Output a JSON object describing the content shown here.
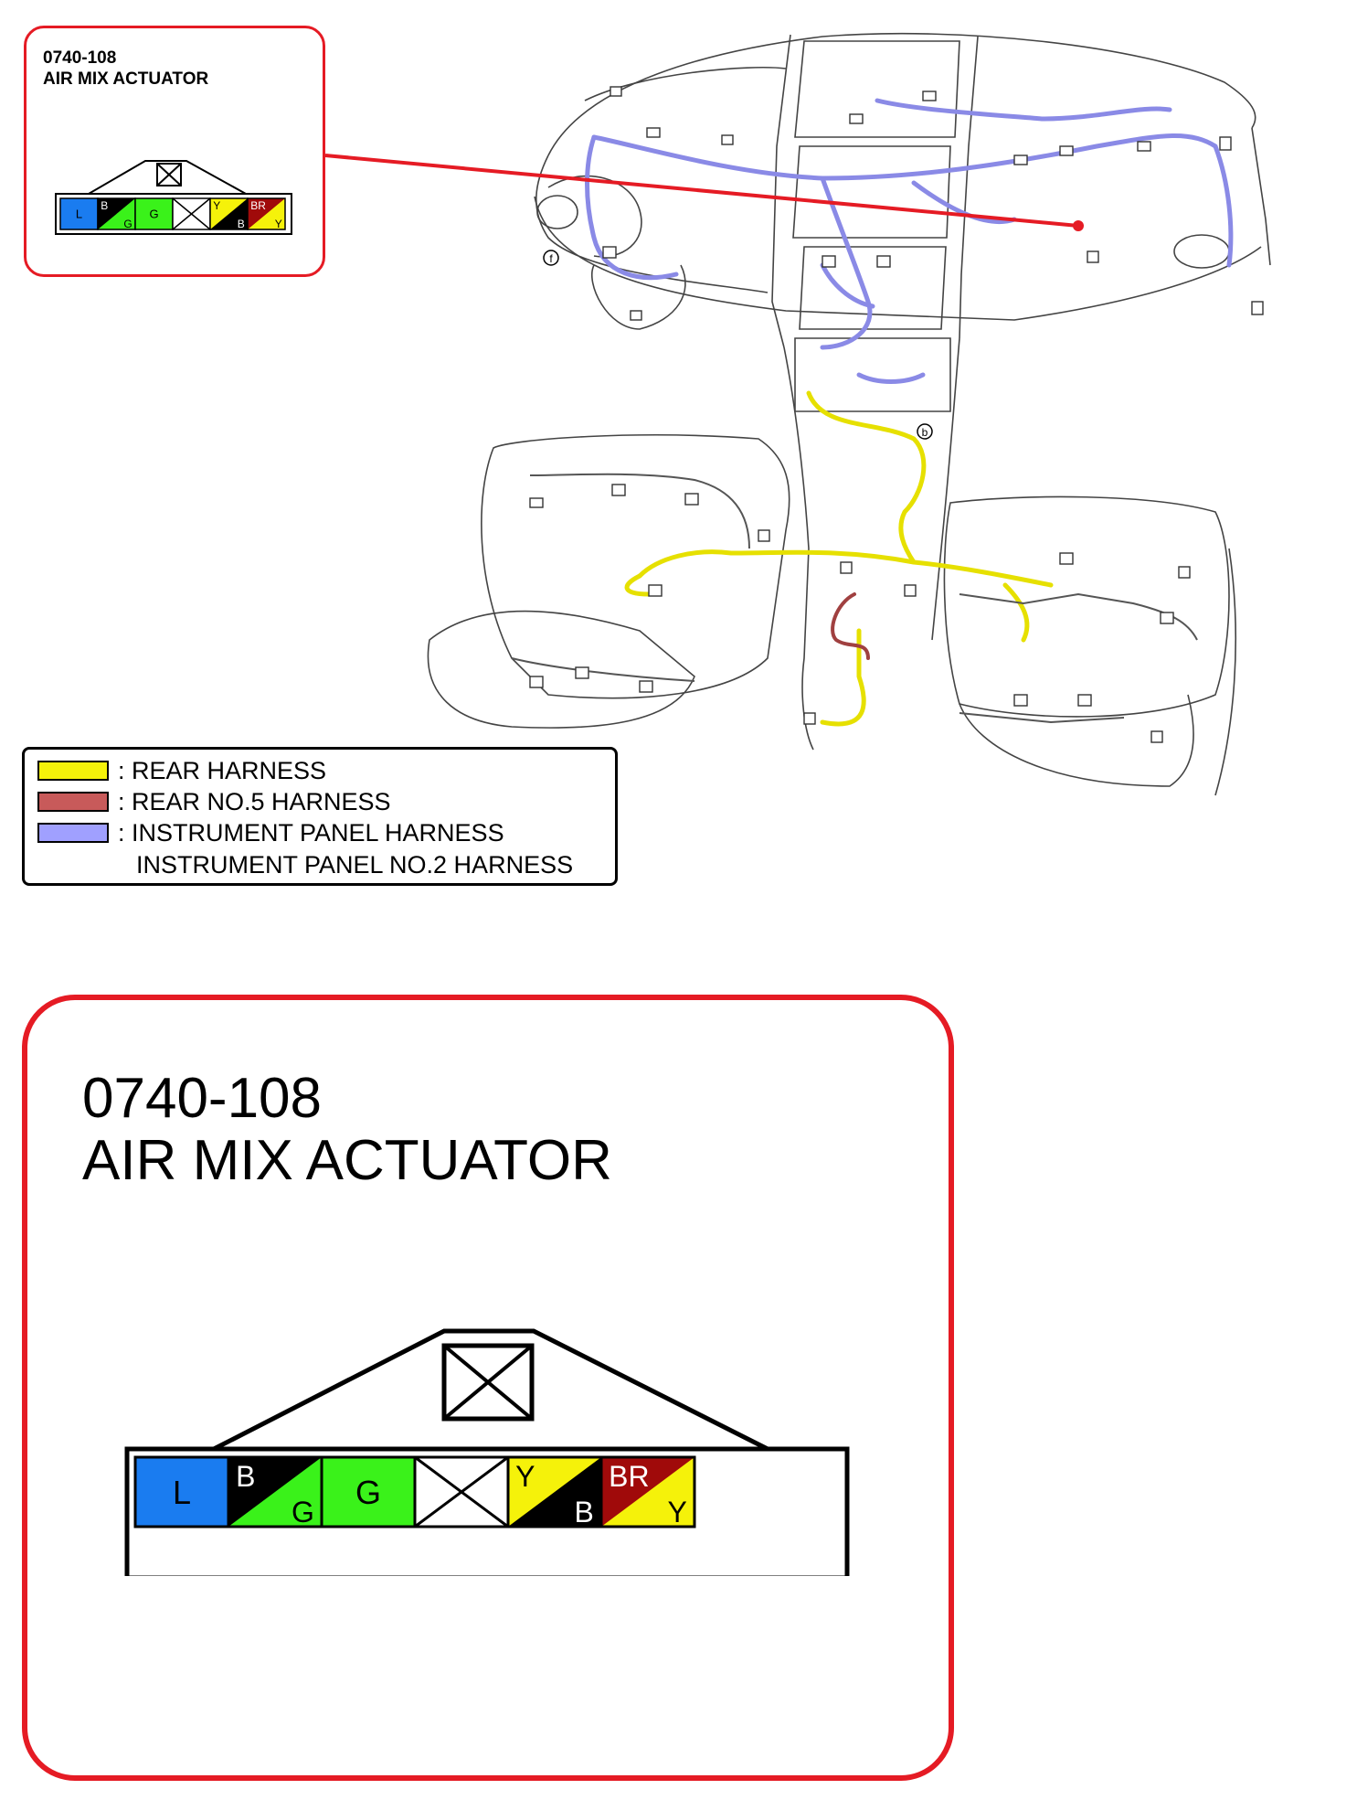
{
  "connector": {
    "code": "0740-108",
    "name": "AIR MIX ACTUATOR",
    "pins": [
      {
        "primary": "L",
        "secondary": "",
        "color_primary": "#1a7cf0",
        "color_secondary": ""
      },
      {
        "primary": "B",
        "secondary": "G",
        "color_primary": "#000000",
        "color_secondary": "#3af21a"
      },
      {
        "primary": "G",
        "secondary": "",
        "color_primary": "#3af21a",
        "color_secondary": ""
      },
      {
        "primary": "",
        "secondary": "",
        "color_primary": "#ffffff",
        "color_secondary": ""
      },
      {
        "primary": "Y",
        "secondary": "B",
        "color_primary": "#f5f20a",
        "color_secondary": "#000000"
      },
      {
        "primary": "BR",
        "secondary": "Y",
        "color_primary": "#a00a0a",
        "color_secondary": "#f5f20a"
      }
    ]
  },
  "legend": {
    "items": [
      {
        "label": ": REAR HARNESS",
        "color": "#f5f20a"
      },
      {
        "label": ": REAR NO.5 HARNESS",
        "color": "#c85a5a"
      },
      {
        "label": ": INSTRUMENT PANEL HARNESS",
        "color": "#a0a0ff"
      }
    ],
    "continuation": "INSTRUMENT PANEL NO.2 HARNESS"
  },
  "diagram": {
    "markers": [
      "f",
      "b"
    ],
    "colors": {
      "pointer": "#e51b24",
      "outline": "#555555",
      "rear_harness": "#e6e000",
      "rear_no5_harness": "#a04040",
      "instrument_panel_harness": "#8a8ae6"
    }
  }
}
